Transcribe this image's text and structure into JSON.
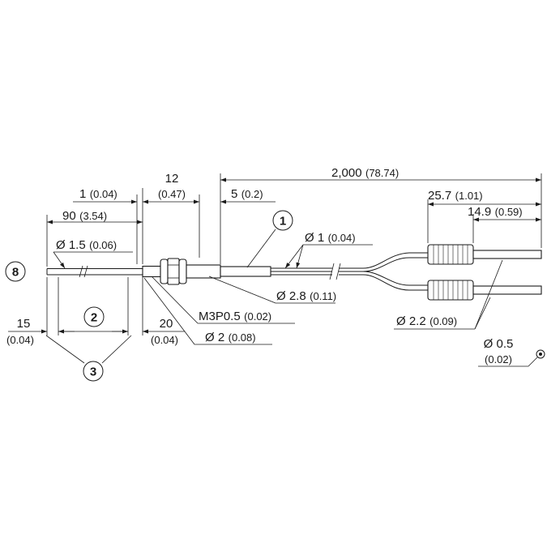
{
  "dimensions": {
    "overall_length": {
      "value": "2,000",
      "unit": "(78.74)"
    },
    "nut_length": {
      "value": "12",
      "unit": "(0.47)"
    },
    "tip_to_nut": {
      "value": "1",
      "unit": "(0.04)"
    },
    "nut_to_sleeve": {
      "value": "5",
      "unit": "(0.2)"
    },
    "probe_length": {
      "value": "90",
      "unit": "(3.54)"
    },
    "probe_diameter": {
      "value": "Ø 1.5",
      "unit": "(0.06)"
    },
    "fiber_diameter": {
      "value": "Ø 1",
      "unit": "(0.04)"
    },
    "sleeve_diameter": {
      "value": "Ø 2.8",
      "unit": "(0.11)"
    },
    "thread": {
      "value": "M3P0.5",
      "unit": "(0.02)"
    },
    "nut_diameter": {
      "value": "Ø 2",
      "unit": "(0.08)"
    },
    "end_total": {
      "value": "25.7",
      "unit": "(1.01)"
    },
    "end_pin": {
      "value": "14.9",
      "unit": "(0.59)"
    },
    "connector_diameter": {
      "value": "Ø 2.2",
      "unit": "(0.09)"
    },
    "tip_length": {
      "value": "15",
      "unit": "(0.04)"
    },
    "bend_length": {
      "value": "20",
      "unit": "(0.04)"
    },
    "core_diameter": {
      "value": "Ø 0.5",
      "unit": "(0.02)"
    }
  },
  "callouts": {
    "c1": "1",
    "c2": "2",
    "c3": "3",
    "c8": "8"
  }
}
